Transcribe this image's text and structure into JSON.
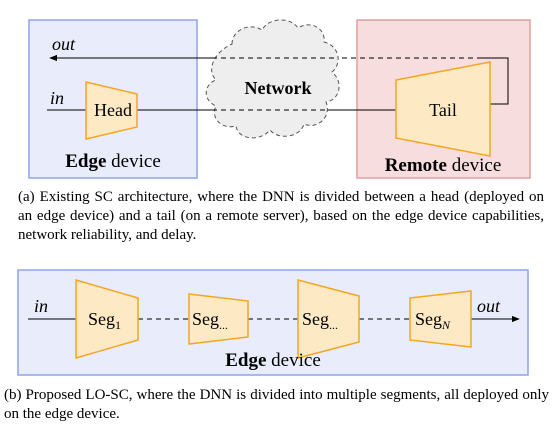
{
  "figure_a": {
    "edge_label_bold": "Edge",
    "edge_label_rest": " device",
    "remote_label_bold": "Remote",
    "remote_label_rest": " device",
    "network_label": "Network",
    "head_label": "Head",
    "tail_label": "Tail",
    "in_label": "in",
    "out_label": "out",
    "caption": "(a) Existing SC architecture, where the DNN is divided between a head (deployed on an edge device) and a tail (on a remote server), based on the edge device capabilities, network reliability, and delay."
  },
  "figure_b": {
    "edge_label_bold": "Edge",
    "edge_label_rest": " device",
    "in_label": "in",
    "out_label": "out",
    "segments": [
      {
        "base": "Seg",
        "sub": "1"
      },
      {
        "base": "Seg",
        "sub": "..."
      },
      {
        "base": "Seg",
        "sub": "..."
      },
      {
        "base": "Seg",
        "sub": "N"
      }
    ],
    "caption": "(b) Proposed LO-SC, where the DNN is divided into multiple segments, all deployed only on the edge device."
  },
  "colors": {
    "edge_fill": "#e8ecfb",
    "edge_stroke": "#8fa3ec",
    "remote_fill": "#f7dddd",
    "remote_stroke": "#e0a0a0",
    "block_fill": "#fde9c4",
    "block_stroke": "#f5a623",
    "cloud_fill": "#eeeeee"
  }
}
